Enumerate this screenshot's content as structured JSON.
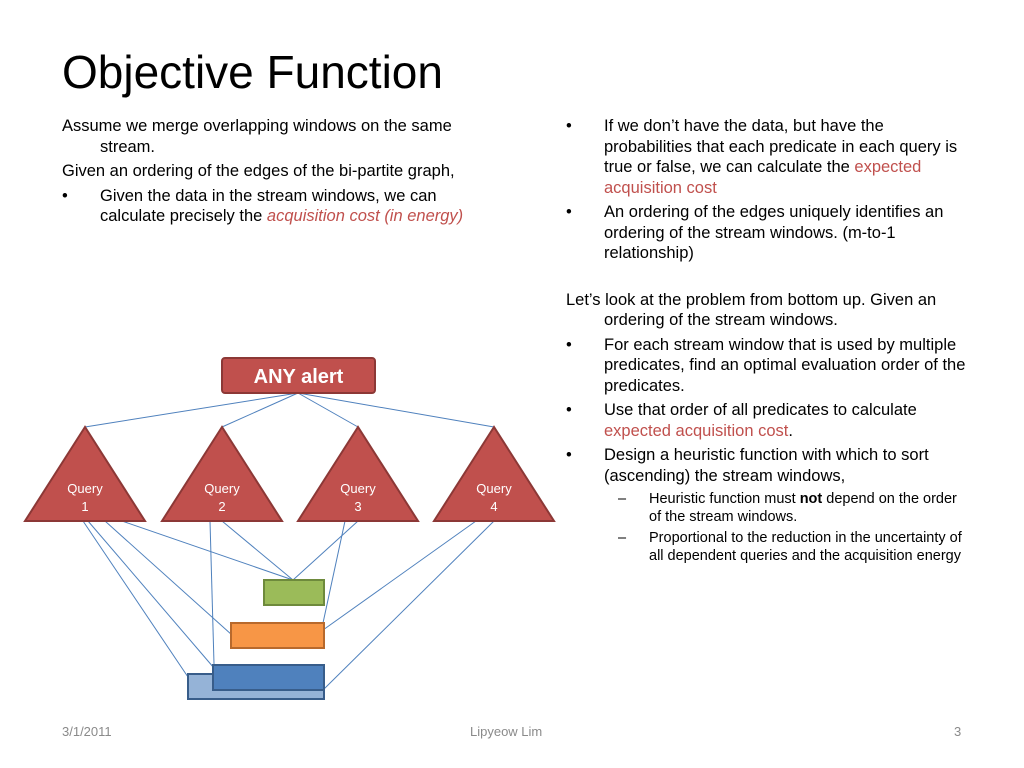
{
  "slide": {
    "title": "Objective Function",
    "left": {
      "p1": "Assume we merge overlapping windows on the same stream.",
      "p2": "Given an ordering of the edges of the bi-partite graph,",
      "b1_text": "Given the data in the stream windows, we can calculate precisely the ",
      "b1_highlight": "acquisition cost (in energy)"
    },
    "right": {
      "b1_text": "If we don’t have the data, but have the probabilities that each predicate in each query is true or false, we can calculate the ",
      "b1_highlight": "expected acquisition cost",
      "b2_text": "An ordering of the edges uniquely identifies an ordering of the stream windows. (m-to-1 relationship)",
      "p1": "Let’s look at the problem from bottom up. Given an ordering of the stream windows.",
      "b3_text": "For each stream window that is used by multiple predicates, find an optimal evaluation order of the predicates.",
      "b4_text": "Use that order of all predicates to calculate ",
      "b4_highlight": "expected acquisition cost",
      "b4_end": ".",
      "b5_text": "Design a heuristic function with which to sort (ascending) the stream windows,",
      "s1_before": "Heuristic function must ",
      "s1_bold": "not",
      "s1_after": " depend on the order of the stream windows.",
      "s2_text": "Proportional to the reduction in the uncertainty of all dependent queries and the acquisition energy"
    },
    "bullet_symbol": "•",
    "dash_symbol": "–"
  },
  "diagram": {
    "root_label": "ANY alert",
    "queries": [
      {
        "line1": "Query",
        "line2": "1"
      },
      {
        "line1": "Query",
        "line2": "2"
      },
      {
        "line1": "Query",
        "line2": "3"
      },
      {
        "line1": "Query",
        "line2": "4"
      }
    ],
    "colors": {
      "alert_fill": "#c0504d",
      "alert_border": "#8c3836",
      "triangle_fill": "#c0504d",
      "triangle_border": "#8c3836",
      "edge": "#4f81bd",
      "window_green": "#9bbb59",
      "window_orange": "#f79646",
      "window_blue": "#4f81bd",
      "window_lightblue": "#95b3d7"
    }
  },
  "footer": {
    "date": "3/1/2011",
    "author": "Lipyeow Lim",
    "page": "3"
  }
}
